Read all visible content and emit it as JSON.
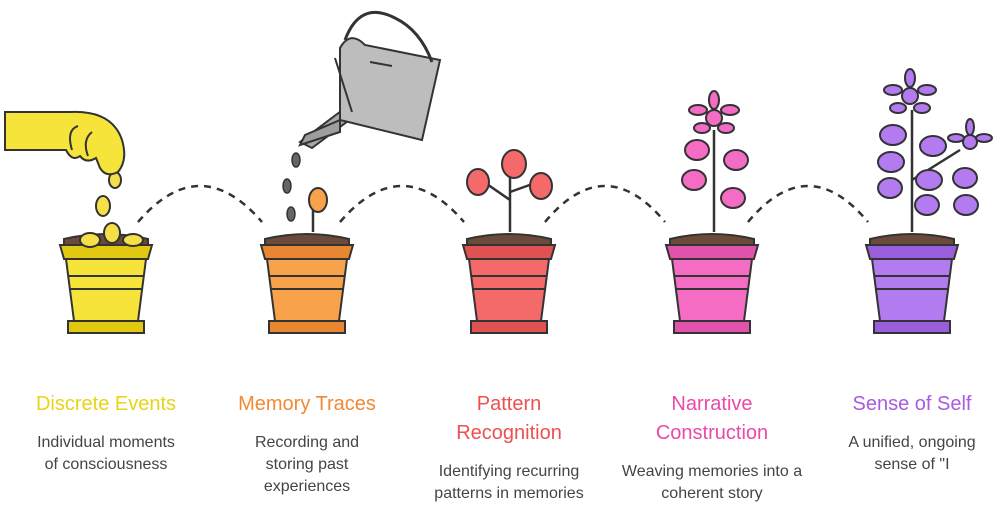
{
  "stages": [
    {
      "title": "Discrete Events",
      "description": "Individual moments of consciousness",
      "color": "#e8d416",
      "pot_color": "#f7e43a",
      "pot_dark": "#e1c912"
    },
    {
      "title": "Memory Traces",
      "description": "Recording and storing past experiences",
      "color": "#f08a35",
      "pot_color": "#f9a24c",
      "pot_dark": "#e98632"
    },
    {
      "title": "Pattern Recognition",
      "description": "Identifying recurring patterns in memories",
      "color": "#ee4f4f",
      "pot_color": "#f46a6a",
      "pot_dark": "#e05252"
    },
    {
      "title": "Narrative Construction",
      "description": "Weaving memories into a coherent story",
      "color": "#e94aaa",
      "pot_color": "#f56cc4",
      "pot_dark": "#e052ab"
    },
    {
      "title": "Sense of Self",
      "description": "A unified, ongoing sense of \"I",
      "color": "#a95be0",
      "pot_color": "#b37bf0",
      "pot_dark": "#9a5edc"
    }
  ],
  "icons": [
    "hand-icon",
    "watering-can-icon",
    "sprout-icon",
    "plant-icon",
    "flowering-plant-icon"
  ]
}
